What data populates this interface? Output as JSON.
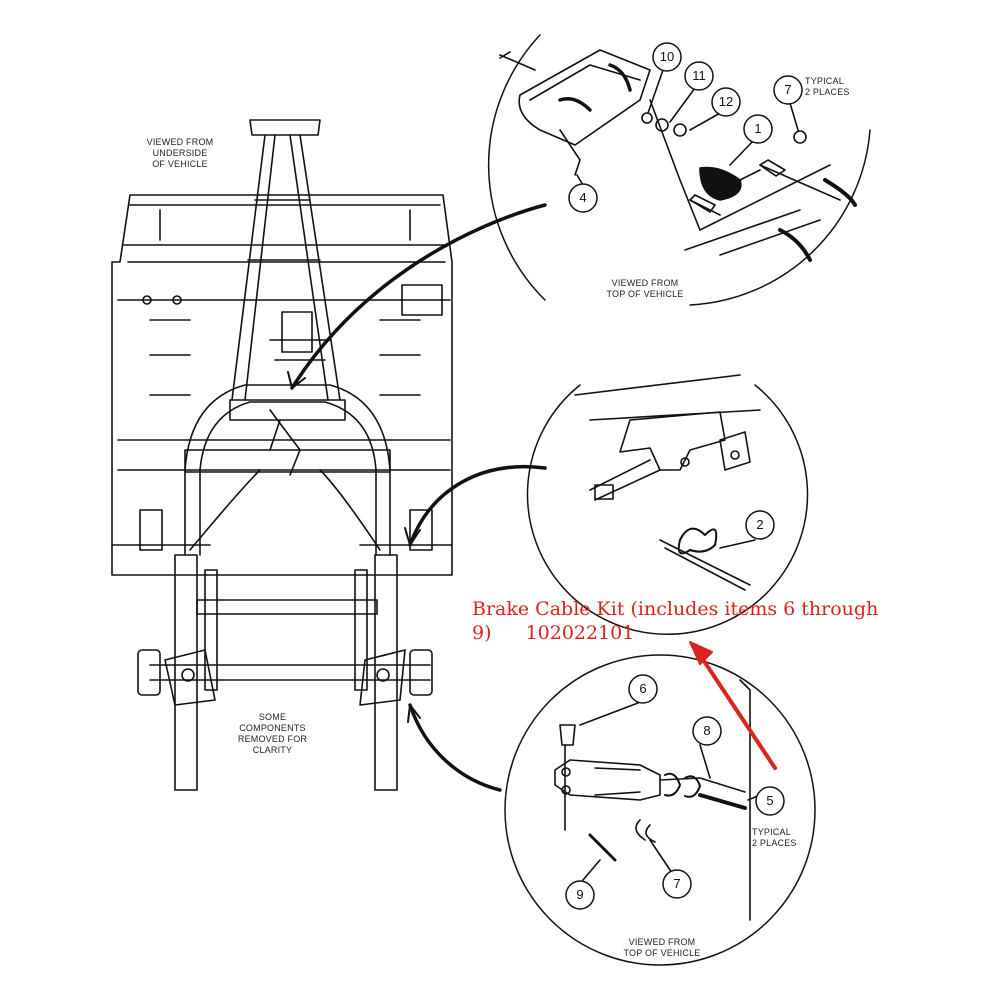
{
  "labels": {
    "underside_view": "VIEWED FROM\nUNDERSIDE\nOF VEHICLE",
    "top_view_1": "VIEWED FROM\nTOP OF VEHICLE",
    "top_view_2": "VIEWED FROM\nTOP OF VEHICLE",
    "removed_note": "SOME COMPONENTS\nREMOVED FOR\nCLARITY",
    "typical_2_places_a": "TYPICAL\n2 PLACES",
    "typical_2_places_b": "TYPICAL\n2 PLACES"
  },
  "callouts": {
    "c1": "1",
    "c2": "2",
    "c4": "4",
    "c5": "5",
    "c6": "6",
    "c7a": "7",
    "c7b": "7",
    "c8": "8",
    "c9": "9",
    "c10": "10",
    "c11": "11",
    "c12": "12"
  },
  "annotation": {
    "kit_line1": "Brake Cable Kit (includes items 6 through",
    "kit_line2": "9)",
    "part_number": "102022101"
  },
  "colors": {
    "annotation_red": "#d9231d",
    "line": "#111111"
  }
}
